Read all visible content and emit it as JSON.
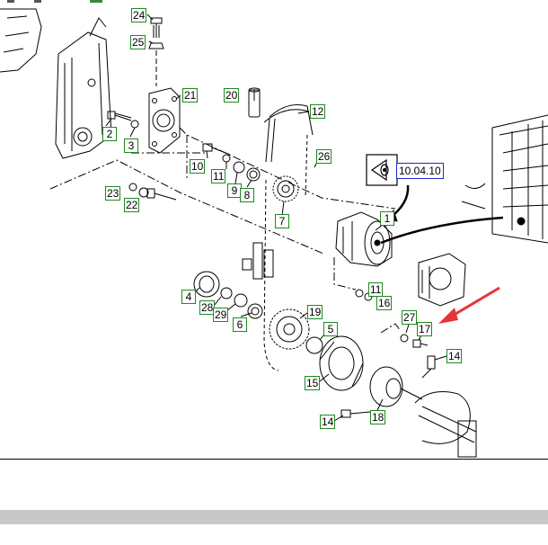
{
  "diagram": {
    "callouts": [
      {
        "id": "c24a",
        "text": "24"
      },
      {
        "id": "c25",
        "text": "25"
      },
      {
        "id": "c21",
        "text": "21"
      },
      {
        "id": "c20",
        "text": "20"
      },
      {
        "id": "c12",
        "text": "12"
      },
      {
        "id": "c2",
        "text": "2"
      },
      {
        "id": "c3",
        "text": "3"
      },
      {
        "id": "c10",
        "text": "10"
      },
      {
        "id": "c11a",
        "text": "11"
      },
      {
        "id": "c9",
        "text": "9"
      },
      {
        "id": "c8",
        "text": "8"
      },
      {
        "id": "c26",
        "text": "26"
      },
      {
        "id": "c23",
        "text": "23"
      },
      {
        "id": "c22",
        "text": "22"
      },
      {
        "id": "c7",
        "text": "7"
      },
      {
        "id": "c1",
        "text": "1"
      },
      {
        "id": "c4",
        "text": "4"
      },
      {
        "id": "c28",
        "text": "28"
      },
      {
        "id": "c29",
        "text": "29"
      },
      {
        "id": "c6",
        "text": "6"
      },
      {
        "id": "c11b",
        "text": "11"
      },
      {
        "id": "c16",
        "text": "16"
      },
      {
        "id": "c19",
        "text": "19"
      },
      {
        "id": "c5",
        "text": "5"
      },
      {
        "id": "c27",
        "text": "27"
      },
      {
        "id": "c17",
        "text": "17"
      },
      {
        "id": "c14a",
        "text": "14"
      },
      {
        "id": "c15",
        "text": "15"
      },
      {
        "id": "c14b",
        "text": "14"
      },
      {
        "id": "c18",
        "text": "18"
      }
    ],
    "cross_reference": "10.04.10",
    "colors": {
      "callout_border": "#1e8a1e",
      "xref_border": "#1a2bd8",
      "arrow": "#e8343a",
      "line": "#000000"
    },
    "icons": [
      "eye-icon",
      "red-pointer-arrow"
    ]
  }
}
